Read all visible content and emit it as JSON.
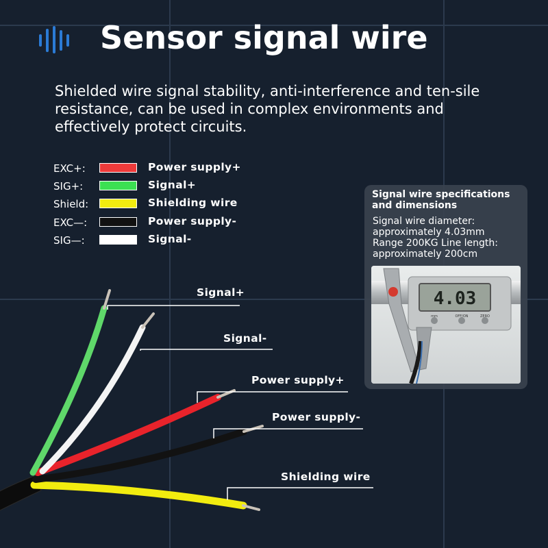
{
  "header": {
    "title": "Sensor signal wire",
    "description": "Shielded wire signal stability, anti-interference and ten-sile resistance, can be used in complex environments and effectively protect circuits.",
    "accent_color": "#2b7bd6"
  },
  "legend": {
    "items": [
      {
        "code": "EXC+:",
        "meaning": "Power supply+",
        "color": "#ee3a3a"
      },
      {
        "code": "SIG+:",
        "meaning": "Signal+",
        "color": "#3ce052"
      },
      {
        "code": "Shield:",
        "meaning": "Shielding wire",
        "color": "#f2ec0f"
      },
      {
        "code": "EXC—:",
        "meaning": "Power supply-",
        "color": "#111111"
      },
      {
        "code": "SIG—:",
        "meaning": "Signal-",
        "color": "#ffffff"
      }
    ]
  },
  "wire_labels": {
    "signal_plus": "Signal+",
    "signal_minus": "Signal-",
    "power_plus": "Power supply+",
    "power_minus": "Power supply-",
    "shield": "Shielding wire"
  },
  "spec_card": {
    "title": "Signal wire specifications and dimensions",
    "lines": [
      "Signal wire diameter:",
      "approximately 4.03mm",
      "Range 200KG Line length:",
      "approximately 200cm"
    ],
    "caliper_reading": "4.03",
    "caliper_buttons": [
      "mm",
      "OFF/ON",
      "ZERO"
    ]
  },
  "colors": {
    "background": "#16202e",
    "grid_line": "#2c3a4d",
    "card": "#3a424e"
  }
}
